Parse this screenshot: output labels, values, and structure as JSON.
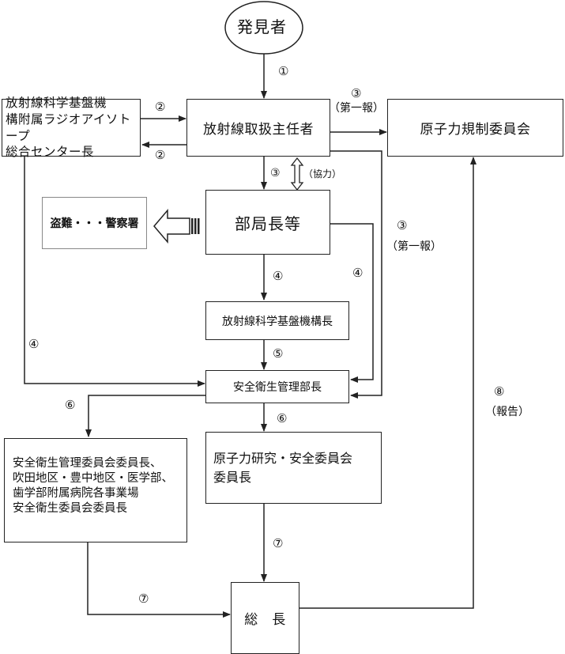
{
  "nodes": {
    "discoverer": "発見者",
    "radiation_officer": "放射線取扱主任者",
    "nra": "原子力規制委員会",
    "ri_center": "放射線科学基盤機\n構附属ラジオアイソトープ\n総合センター長",
    "dept_head": "部局長等",
    "police": "盗難・・・警察署",
    "radiation_org_head": "放射線科学基盤機構長",
    "safety_director": "安全衛生管理部長",
    "committees": "安全衛生管理委員会委員長、\n吹田地区・豊中地区・医学部、\n歯学部附属病院各事業場\n安全衛生委員会委員長",
    "nuclear_committee": "原子力研究・安全委員会\n委員長",
    "president": "総　長"
  },
  "labels": {
    "step1": "①",
    "step2_to": "②",
    "step2_from": "②",
    "step3_nra": "③",
    "first_report_1": "（第一報）",
    "step3_dept": "③",
    "cooperation": "（協力）",
    "step3_safety": "③",
    "first_report_2": "（第一報）",
    "step4_org": "④",
    "step4_dept": "④",
    "step4_ri": "④",
    "step5": "⑤",
    "step6_left": "⑥",
    "step6_down": "⑥",
    "step7_down": "⑦",
    "step7_left": "⑦",
    "step8": "⑧",
    "report": "（報告）"
  },
  "colors": {
    "line": "#222222",
    "dotted_border": "#888888"
  }
}
